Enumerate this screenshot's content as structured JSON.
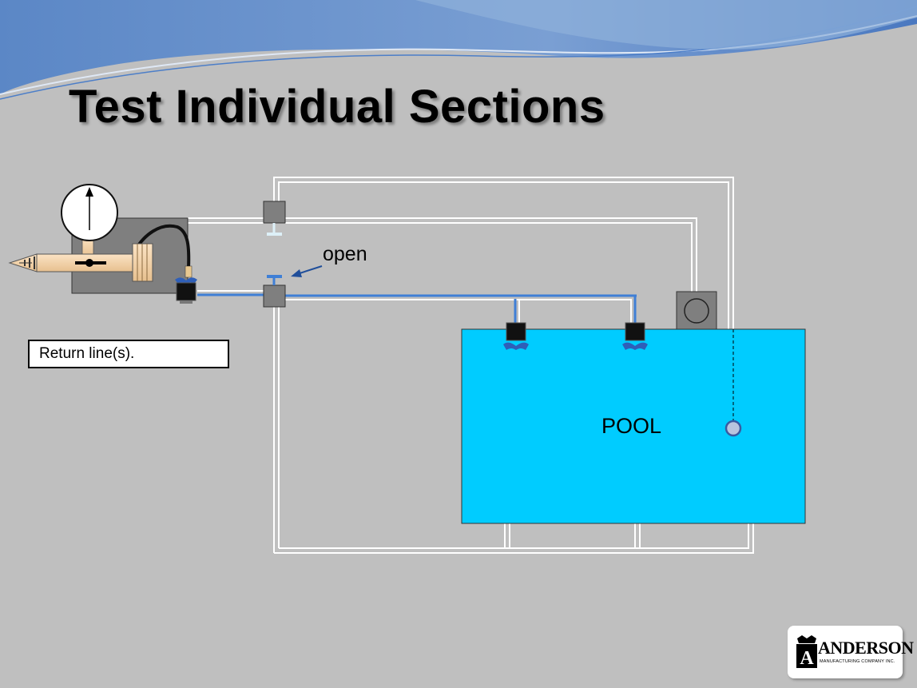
{
  "slide": {
    "title": "Test Individual Sections",
    "callout_text": "Return line(s).",
    "open_label": "open",
    "pool_label": "POOL"
  },
  "logo": {
    "name": "ANDERSON",
    "subtitle": "MANUFACTURING COMPANY INC.",
    "letter": "A"
  },
  "colors": {
    "background": "#bfbfbf",
    "pool": "#00ccff",
    "pressurized_line": "#3f7fd6",
    "pipe": "#ffffff",
    "header_wave": "#5b87c6"
  },
  "valves": {
    "upper": "closed",
    "lower": "open"
  }
}
